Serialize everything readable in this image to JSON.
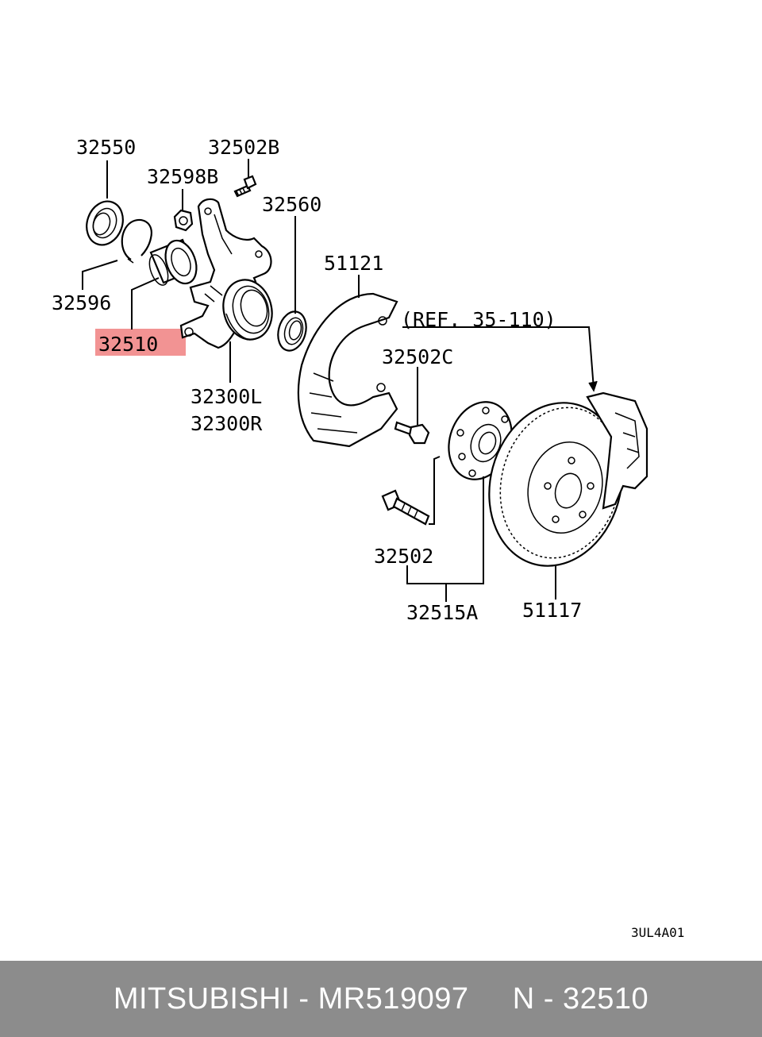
{
  "diagram": {
    "labels": {
      "p32550": "32550",
      "p32502B": "32502B",
      "p32598B": "32598B",
      "p32560": "32560",
      "p51121": "51121",
      "p32596": "32596",
      "p32510": "32510",
      "ref": "(REF. 35-110)",
      "p32502C": "32502C",
      "p32300L": "32300L",
      "p32300R": "32300R",
      "p32502": "32502",
      "p32515A": "32515A",
      "p51117": "51117"
    },
    "diagram_code": "3UL4A01",
    "highlight_color": "#f08080"
  },
  "footer": {
    "text": "MITSUBISHI - MR519097     N - 32510",
    "background": "#8c8c8c"
  }
}
